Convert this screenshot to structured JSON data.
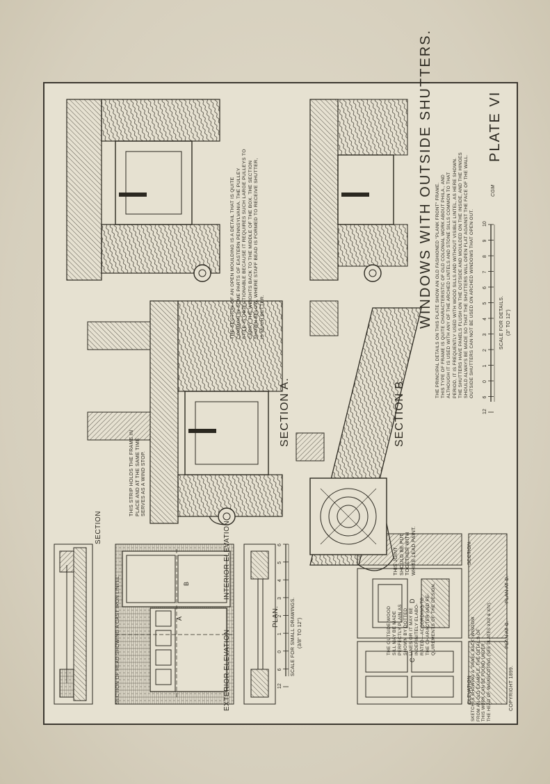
{
  "plate": {
    "title": "WINDOWS WITH OUTSIDE SHUTTERS.",
    "plate_number": "PLATE VI",
    "copyright": "COPYRIGHT 1899.",
    "monogram": "CGM"
  },
  "labels": {
    "section_a": "SECTION A.",
    "section_b": "SECTION B.",
    "exterior_elevation": "EXTERIOR ELEVATION",
    "interior_elevation": "INTERIOR ELEVATION",
    "plan": "PLAN.",
    "section": "SECTION",
    "elevation": "ELEVATION",
    "section_small": "SECTION",
    "plan_at_c": "PLAN AT C.",
    "plan_at_d": "PLAN AT D.",
    "letter_a": "A",
    "letter_b": "B",
    "letter_c": "C",
    "letter_d": "D"
  },
  "scales": {
    "small_title": "SCALE FOR SMALL DRAWINGS.",
    "small_ratio": "(3/8\" TO 12\")",
    "small_ticks": [
      "12",
      "6",
      "0",
      "1",
      "2",
      "3",
      "4",
      "5",
      "6"
    ],
    "details_title": "SCALE FOR DETAILS.",
    "details_ratio": "(3\" TO 12\")",
    "details_ticks": [
      "12",
      "6",
      "0",
      "1",
      "2",
      "3",
      "4",
      "5",
      "6",
      "7",
      "8",
      "9",
      "10"
    ]
  },
  "notes": {
    "head_section": "SECTION OF HEAD SHOWING\nA CAST IRON LINTEL.",
    "strip_note": "THIS STRIP HOLDS THE FRAME IN\nPLACE AND AT THE SAME TIME\nSERVES AS A WIND STOP.",
    "joint_note": "THIS JOINT\nSHOULD BE PUT\nTOGETHER WITH\nWHITE LEAD PAINT.",
    "sill_note": "THE OUTSIDE WOOD\nSILL MAY BE MADE\nPERFECTLY PLAIN AS\nSHOWN BY DOTTED\nLINES OR IT MAY BE\nINDEFINITELY ELABO-\nRATED—ACCORDING TO\nTHE CHARACTER AND RE-\nQUIREMENTS OF THE DESIGN.",
    "sketches_note": "SKETCHES SHOWING A \"PANEL BACK\" WINDOW\nFROM AN OLD EXAMPLE. THE DETAILS OF\nTHIS WORK CAN BE FOUND UNDER\nTHE HEAD OF WAINSCOTING (SEE PLATES XIIX & XIV).",
    "box_section_note": "THE SECTION OF AN OPEN MOULDING IS A DETAIL THAT IS QUITE\nCOMMON IN SOME PARTS OF EASTERN PENNSYLVANIA. THE PULLEY\nSTILE IS OBJECTIONABLE BECAUSE IT REQUIRES SUCH LARGE PULLEYS TO\nCARRY THE WEIGHTS BACK TO THE MIDDLE OF THE BOX. THE SECTION\nSHOWN BELOW, WHERE STAFF BEAD IS FORMED TO RECEIVE SHUTTER,\nIS MUCH BETTER.",
    "principal_note": "THE PRINCIPAL DETAILS ON THIS PLATE SHOW AN OLD FASHIONED \"PLANK FRONT\" FRAME.\nTHIS TYPE OF FRAME IS QUITE CHARACTERISTIC OF OLD COLONIAL WORK ABOUT PHILA., AND\nALTHOUGH IT IS USED WITH ANY OF THE ARCHED LINTELS AND STONE SILLS COMMON TO THAT\nPERIOD, IT IS FREQUENTLY USED WITH WOOD SILLS AND WITHOUT VISIBLE LINTEL, AS HERE SHOWN.\nTHE SHUTTERS HAVE PANELS FLUSH ON THE OUTSIDE AND MOULDED ON THE INSIDE, AND THE HINGES\nSHOULD ALWAYS BE MADE SO THAT THE SHUTTERS WILL OPEN FLAT AGAINST THE FACE OF THE WALL.\nOUTSIDE SHUTTERS CAN NOT BE USED ON ARCHED WINDOWS THAT OPEN OUT."
  },
  "colors": {
    "paper": "#e6e1d1",
    "ink": "#2b2820",
    "page": "#d6cfbd"
  }
}
